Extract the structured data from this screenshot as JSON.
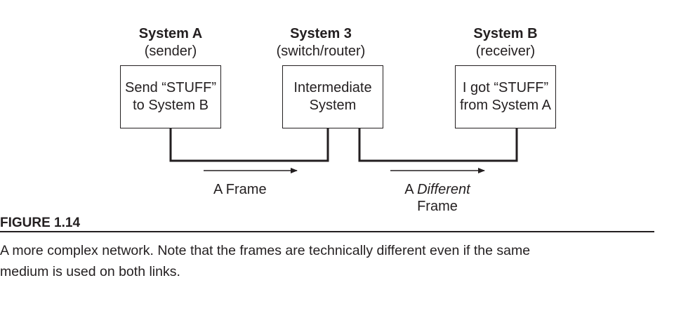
{
  "systems": [
    {
      "title": "System A",
      "role": "(sender)",
      "box_lines": [
        "Send “STUFF”",
        "to System B"
      ]
    },
    {
      "title": "System 3",
      "role": "(switch/router)",
      "box_lines": [
        "Intermediate",
        "System"
      ]
    },
    {
      "title": "System B",
      "role": "(receiver)",
      "box_lines": [
        "I got “STUFF”",
        "from System A"
      ]
    }
  ],
  "frames": {
    "first_label": "A Frame",
    "second_label_prefix": "A",
    "second_label_emphasis": "Different",
    "second_label_line2": "Frame"
  },
  "figure": {
    "label": "FIGURE 1.14",
    "caption_line1": "A more complex network. Note that the frames are technically different even if the same",
    "caption_line2": "medium is used on both links."
  }
}
